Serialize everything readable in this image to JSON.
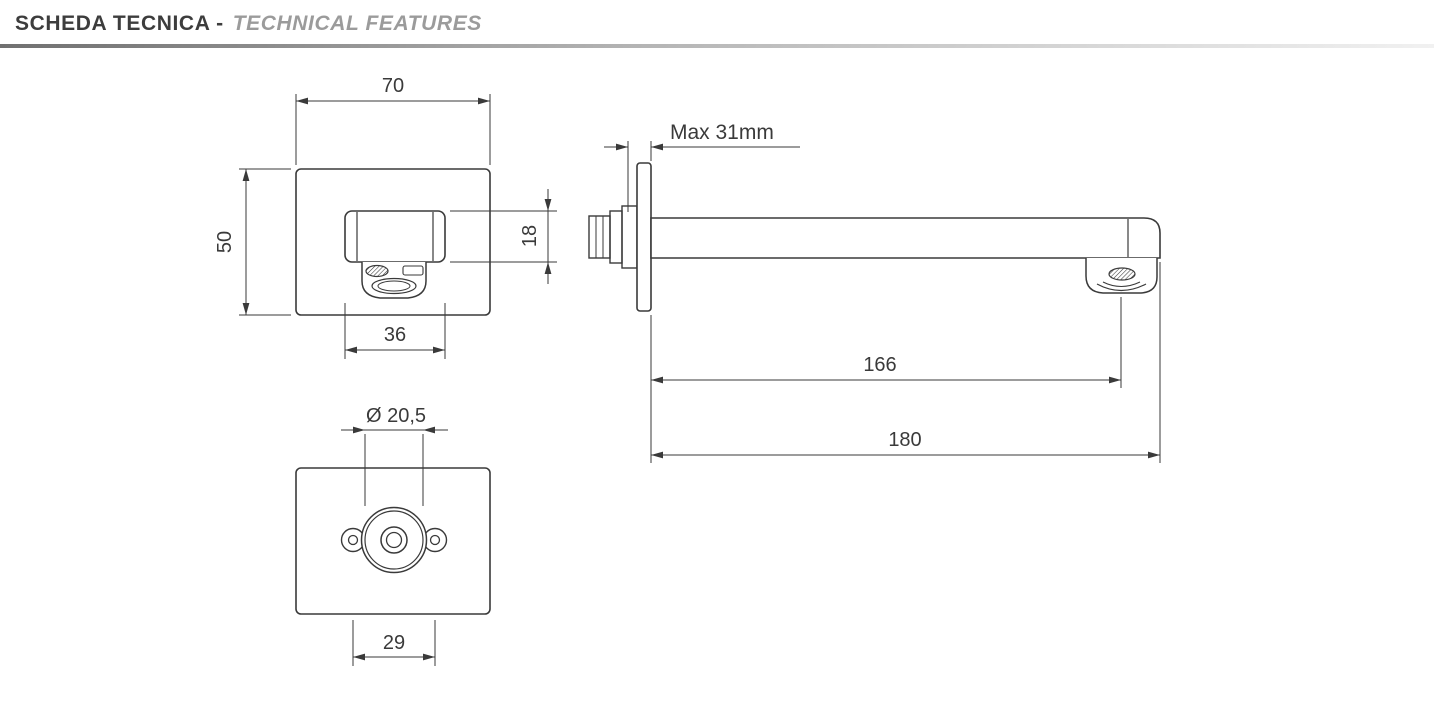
{
  "header": {
    "title_primary": "SCHEDA TECNICA -",
    "title_secondary": "TECHNICAL FEATURES"
  },
  "drawing": {
    "subject": "wall-mounted spout technical drawing, three orthographic views",
    "views": {
      "front": {
        "width": "70",
        "height": "50",
        "spout_width": "36",
        "spout_height": "18"
      },
      "side": {
        "max_wall": "Max 31mm",
        "outlet_distance": "166",
        "total_length": "180"
      },
      "fixing": {
        "hole_diameter": "Ø 20,5",
        "hole_centers": "29"
      }
    }
  },
  "colors": {
    "line": "#3a3a3a",
    "header_primary": "#3d3d3d",
    "header_secondary": "#9b9b9b",
    "divider_start": "#707070",
    "divider_end": "#f1f1f1"
  }
}
